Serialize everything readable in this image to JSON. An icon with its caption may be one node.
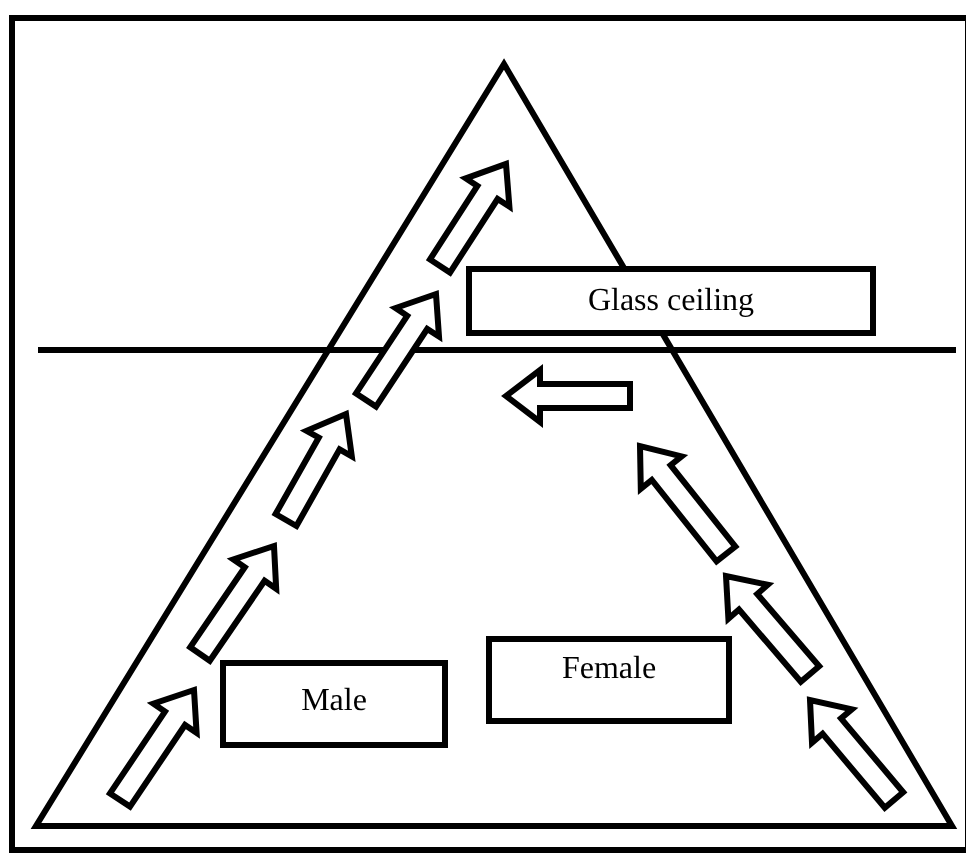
{
  "diagram": {
    "nodes": [
      {
        "text": [
          "Glass ceiling"
        ]
      },
      {
        "text": [
          "Male"
        ]
      },
      {
        "text": [
          "Female"
        ]
      }
    ]
  }
}
